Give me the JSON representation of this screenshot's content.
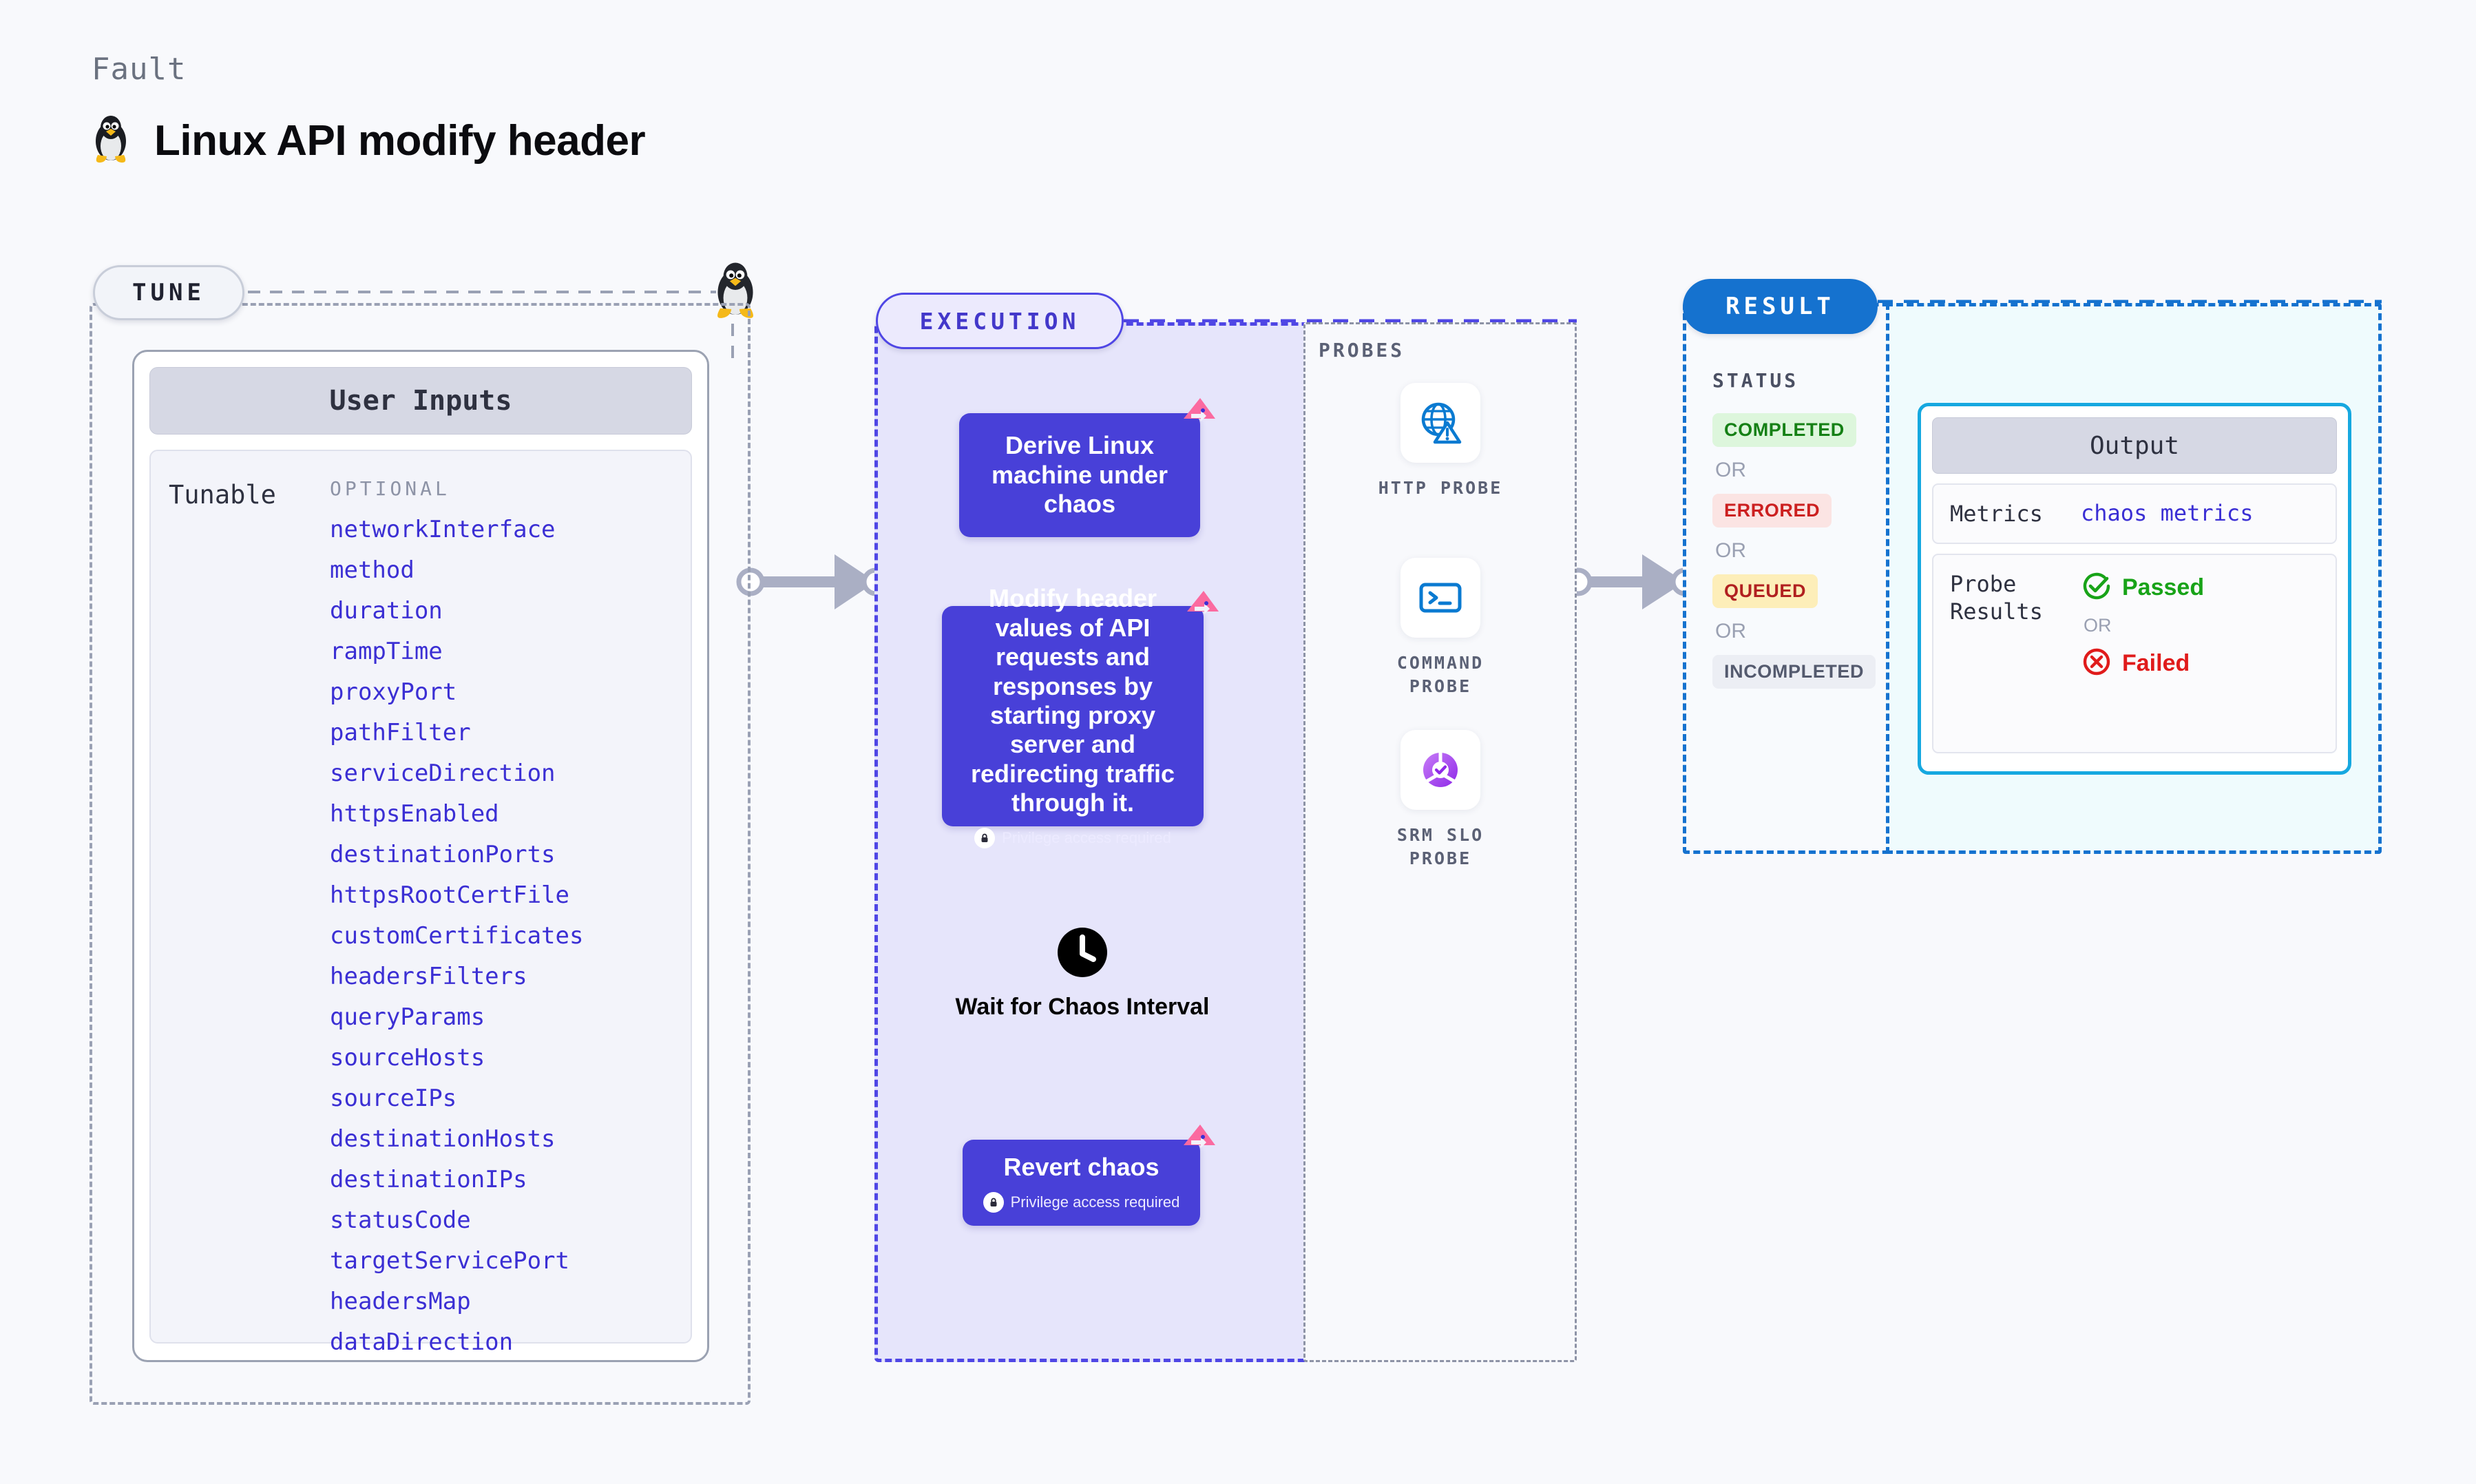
{
  "header": {
    "kicker": "Fault",
    "title": "Linux API modify header",
    "os_icon": "linux-tux-icon"
  },
  "tune": {
    "pill_label": "TUNE",
    "card_title": "User Inputs",
    "group_label": "Tunable",
    "optional_label": "OPTIONAL",
    "tunables": [
      "networkInterface",
      "method",
      "duration",
      "rampTime",
      "proxyPort",
      "pathFilter",
      "serviceDirection",
      "httpsEnabled",
      "destinationPorts",
      "httpsRootCertFile",
      "customCertificates",
      "headersFilters",
      "queryParams",
      "sourceHosts",
      "sourceIPs",
      "destinationHosts",
      "destinationIPs",
      "statusCode",
      "targetServicePort",
      "headersMap",
      "dataDirection"
    ]
  },
  "execution": {
    "pill_label": "EXECUTION",
    "nodes": [
      {
        "text": "Derive Linux machine under chaos",
        "privilege": null,
        "badge": "chaos-revert-icon"
      },
      {
        "text": "Modify header values of API requests and responses by starting proxy server and redirecting traffic through it.",
        "privilege": "Privilege access required",
        "badge": "chaos-revert-icon"
      },
      {
        "text": "Revert chaos",
        "privilege": "Privilege access required",
        "badge": "chaos-revert-icon"
      }
    ],
    "wait": {
      "label": "Wait for Chaos Interval",
      "icon": "clock-icon"
    }
  },
  "probes": {
    "title": "PROBES",
    "items": [
      {
        "label": "HTTP PROBE",
        "icon": "globe-warning-icon"
      },
      {
        "label": "COMMAND PROBE",
        "icon": "terminal-icon"
      },
      {
        "label": "SRM SLO PROBE",
        "icon": "slo-donut-check-icon"
      }
    ]
  },
  "result": {
    "pill_label": "RESULT",
    "status_title": "STATUS",
    "or_label": "OR",
    "statuses": [
      {
        "label": "COMPLETED",
        "style": "completed"
      },
      {
        "label": "ERRORED",
        "style": "errored"
      },
      {
        "label": "QUEUED",
        "style": "queued"
      },
      {
        "label": "INCOMPLETED",
        "style": "incompleted"
      }
    ]
  },
  "output": {
    "card_title": "Output",
    "metrics_key": "Metrics",
    "metrics_value": "chaos metrics",
    "probe_results_key": "Probe Results",
    "passed_label": "Passed",
    "failed_label": "Failed",
    "or_label": "OR"
  },
  "colors": {
    "node_blue": "#4840d8",
    "exec_bg": "#e6e5fb",
    "exec_border": "#4f46e5",
    "result_blue": "#1572cf",
    "output_border": "#16a8e0",
    "tunable_link": "#3b2fd4",
    "badge_pink": "#fb6aa0",
    "pass_green": "#18a318",
    "fail_red": "#e01b1b"
  }
}
